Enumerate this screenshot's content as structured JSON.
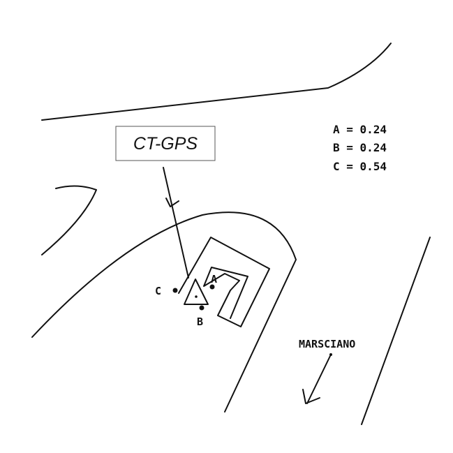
{
  "callout": {
    "label": "CT-GPS"
  },
  "legend": {
    "lines": [
      "A = 0.24",
      "B = 0.24",
      "C = 0.54"
    ]
  },
  "points": {
    "a": "A",
    "b": "B",
    "c": "C"
  },
  "town": {
    "label": "MARSCIANO"
  },
  "colors": {
    "ink": "#111111",
    "paper": "#ffffff"
  }
}
